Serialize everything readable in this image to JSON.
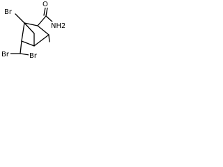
{
  "diagram": {
    "type": "chemical-structure",
    "atom_labels": {
      "br_top": "Br",
      "amide_o": "O",
      "amide_n": "NH2",
      "br_bottom_left": "Br",
      "br_bottom_right": "Br"
    }
  }
}
